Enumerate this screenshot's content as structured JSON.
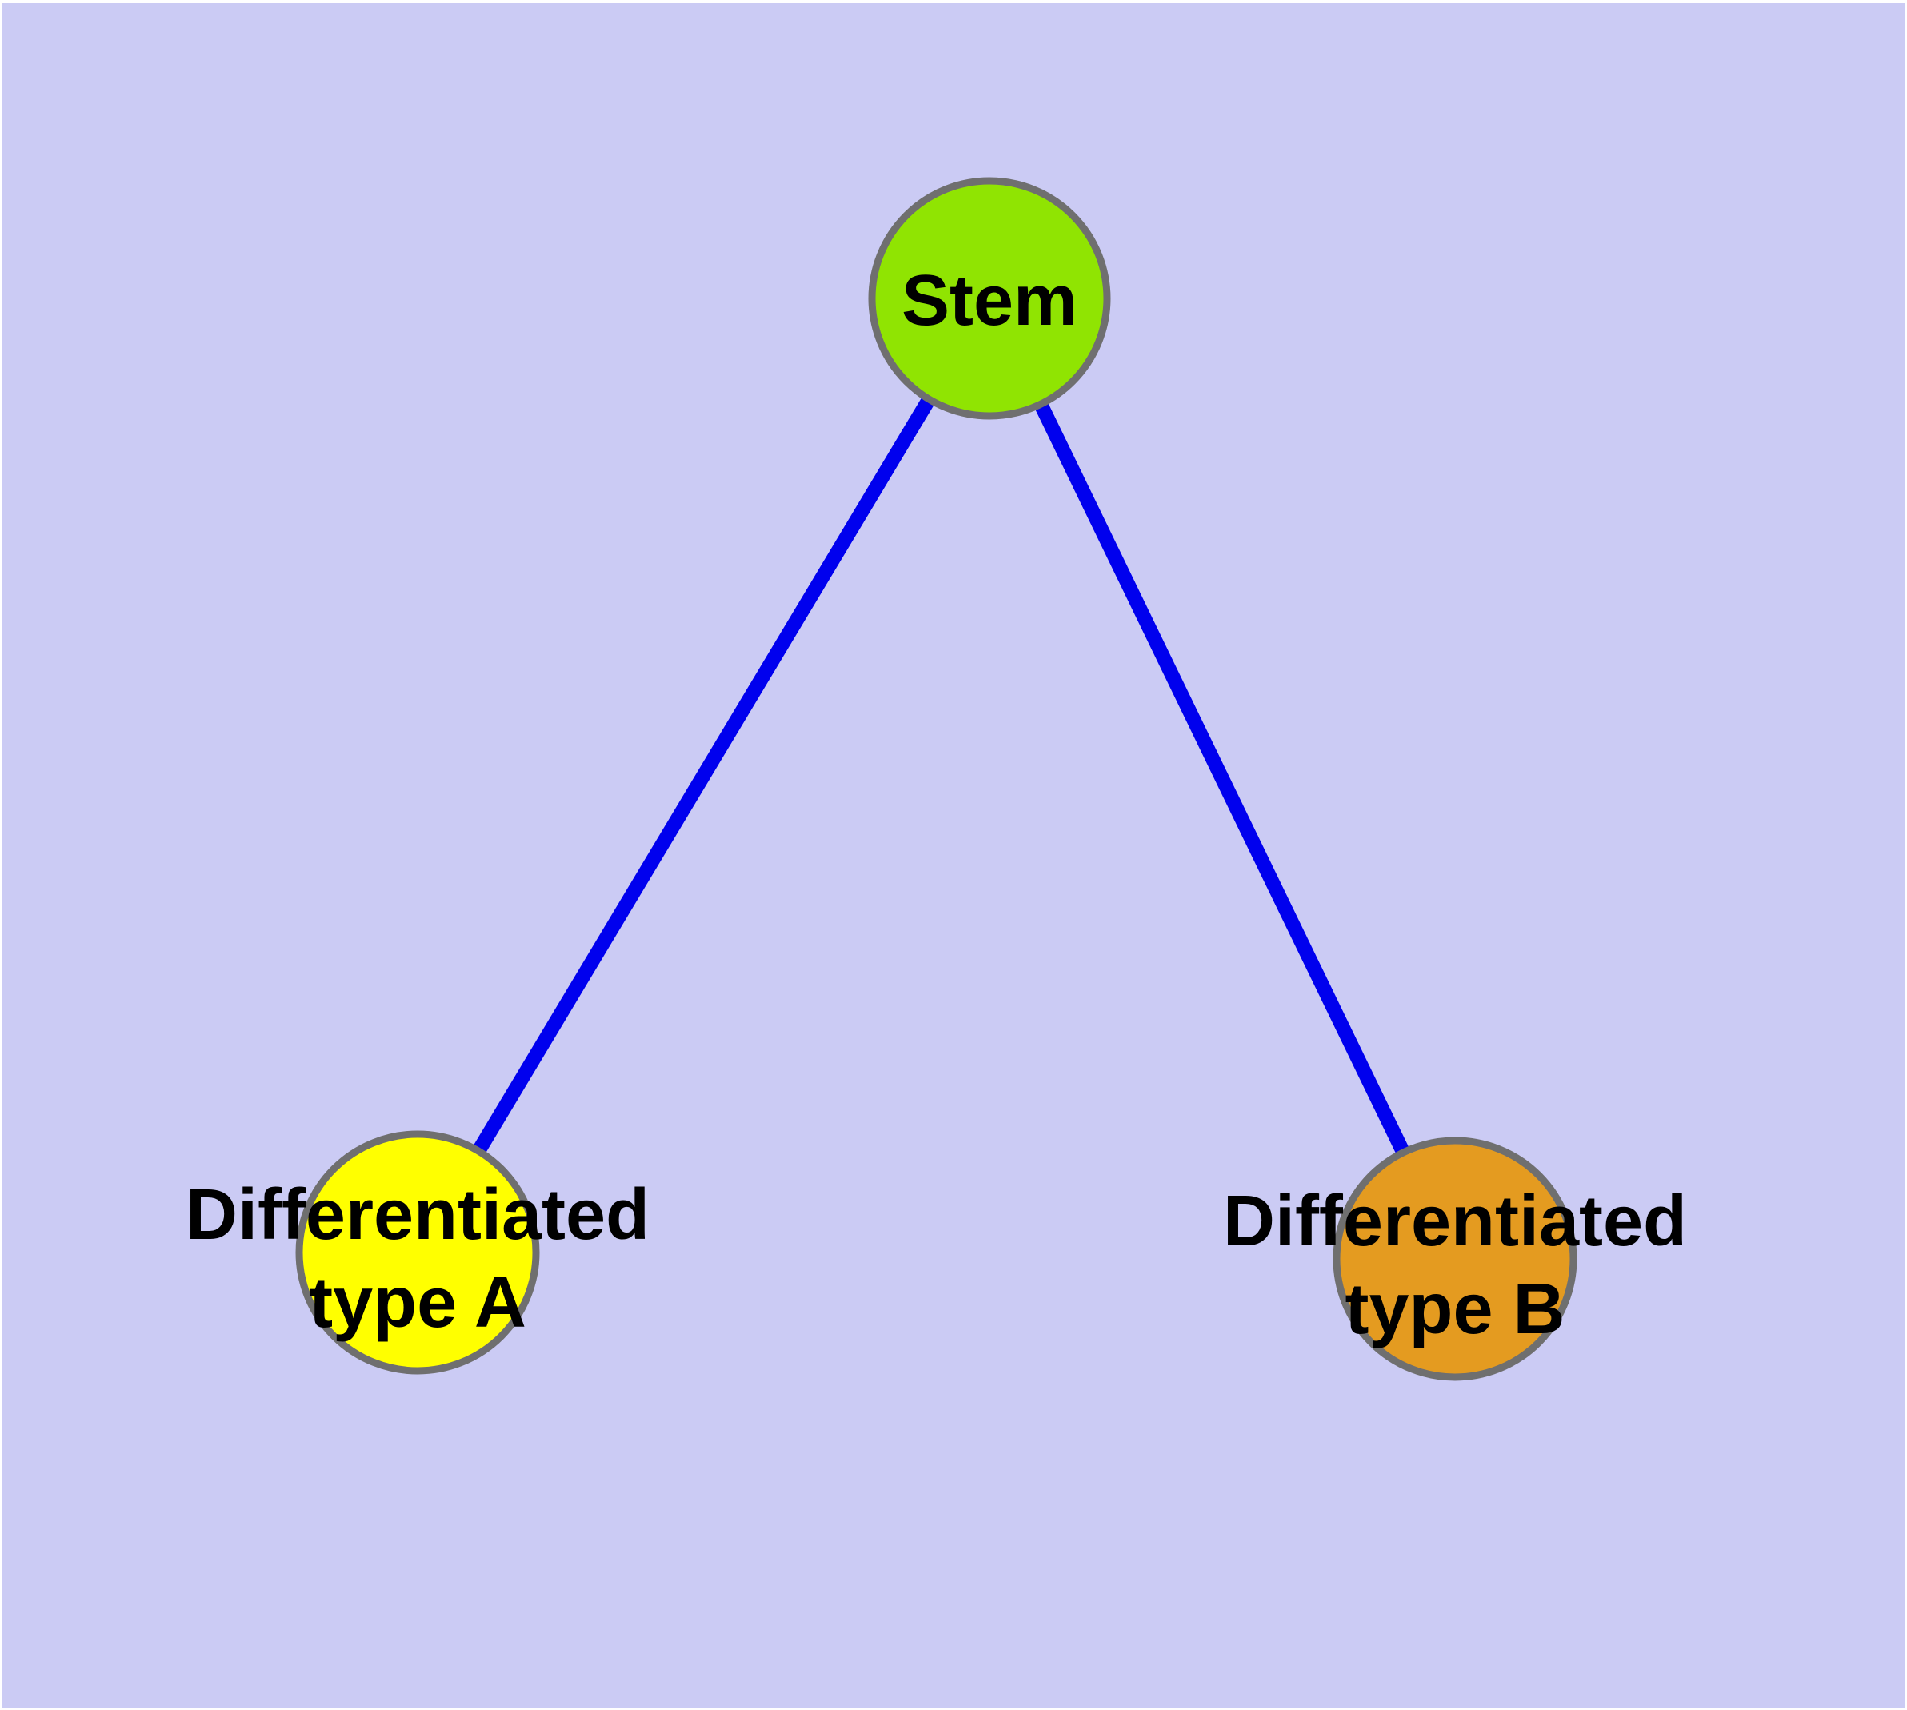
{
  "diagram": {
    "outer_margin_color": "#FFFFFF",
    "background_color": "#CBCBF4",
    "edge_color": "#0000EE",
    "node_border_color": "#6F6F6F",
    "label_color": "#000000",
    "nodes": [
      {
        "id": "stem",
        "label_lines": [
          "Stem"
        ],
        "fill": "#90E402"
      },
      {
        "id": "differentiated-type-a",
        "label_lines": [
          "Differentiated",
          "type A"
        ],
        "fill": "#FFFF00"
      },
      {
        "id": "differentiated-type-b",
        "label_lines": [
          "Differentiated",
          "type B"
        ],
        "fill": "#E49B20"
      }
    ],
    "edges": [
      {
        "from": "Stem",
        "to": "Differentiated type A"
      },
      {
        "from": "Stem",
        "to": "Differentiated type B"
      }
    ]
  }
}
